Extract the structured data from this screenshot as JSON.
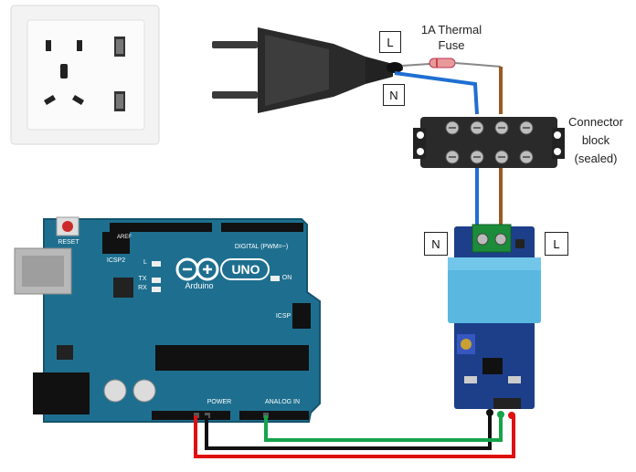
{
  "labels": {
    "fuse_line1": "1A Thermal",
    "fuse_line2": "Fuse",
    "live_plug": "L",
    "neutral_plug": "N",
    "connector_line1": "Connector",
    "connector_line2": "block",
    "connector_line3": "(sealed)",
    "sensor_neutral": "N",
    "sensor_live": "L"
  },
  "arduino": {
    "brand": "UNO",
    "maker": "Arduino",
    "reset": "RESET",
    "icsp2": "ICSP2",
    "icsp": "ICSP",
    "digital": "DIGITAL (PWM=~)",
    "power": "POWER",
    "analog_in": "ANALOG IN",
    "on": "ON",
    "tx": "TX",
    "rx": "RX",
    "l": "L",
    "aref": "AREF"
  },
  "colors": {
    "board": "#1e6f8f",
    "wire_blue": "#1f6fd1",
    "wire_brown": "#9a5a22",
    "wire_red": "#e01010",
    "wire_black": "#111111",
    "wire_green": "#17a34a",
    "sensor_transformer": "#59b7e0",
    "terminal_green": "#1c8c3a"
  }
}
